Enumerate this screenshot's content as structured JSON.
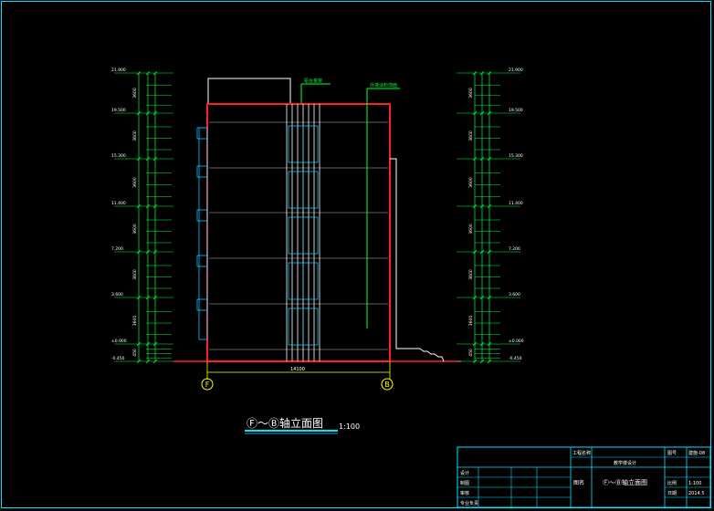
{
  "drawing": {
    "view_title": "Ⓕ～Ⓑ轴立面图",
    "scale": "1:100",
    "axis_left": "F",
    "axis_right": "B",
    "overall_dimension": "14100",
    "colors": {
      "background": "#000000",
      "frame": "#00e5ff",
      "outline": "#ff2020",
      "dimension": "#00ff40",
      "text": "#ffff00",
      "window": "#00c8ff",
      "floor": "#c0c0c0",
      "white": "#ffffff"
    }
  },
  "levels_left": {
    "elevations": [
      "21.900",
      "19.500",
      "15.300",
      "11.400",
      "7.200",
      "3.600",
      "±0.000",
      "-0.450"
    ],
    "spacing": [
      "3600",
      "3600",
      "3600",
      "3600",
      "3600",
      "3600",
      "450"
    ]
  },
  "levels_right": {
    "elevations": [
      "21.900",
      "19.500",
      "15.300",
      "11.400",
      "7.200",
      "3.600",
      "±0.000",
      "-0.450"
    ],
    "spacing": [
      "3600",
      "3600",
      "3600",
      "3600",
      "3600",
      "3600",
      "450"
    ]
  },
  "annotations": {
    "callout_1": "铝合金窗",
    "callout_2": "外墙涂料饰面"
  },
  "title_block": {
    "project_label": "工程名称",
    "project_value": "教学楼设计",
    "drawing_name_label": "图名",
    "drawing_name_value": "Ⓕ～Ⓑ轴立面图",
    "rows": [
      {
        "label": "设计",
        "value": ""
      },
      {
        "label": "制图",
        "value": ""
      },
      {
        "label": "审核",
        "value": ""
      },
      {
        "label": "专业负责",
        "value": ""
      }
    ],
    "right_fields": [
      {
        "label": "图号",
        "value": "建施-08"
      },
      {
        "label": "比例",
        "value": "1:100"
      },
      {
        "label": "日期",
        "value": "2014.5"
      }
    ]
  }
}
